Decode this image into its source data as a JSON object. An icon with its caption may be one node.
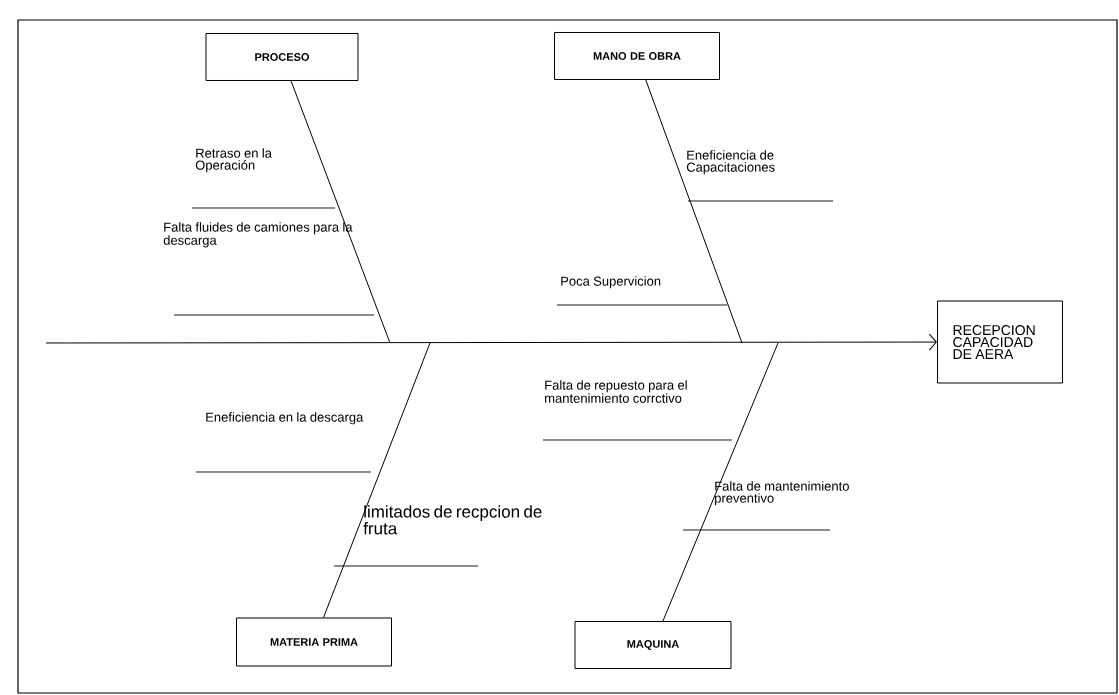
{
  "diagram": {
    "nodes": [
      {
        "text": [
          "PROCESO"
        ]
      },
      {
        "text": [
          "MANO DE OBRA"
        ]
      },
      {
        "text": [
          "MATERIA PRIMA"
        ]
      },
      {
        "text": [
          "MAQUINA"
        ]
      },
      {
        "text": [
          "RECEPCION CAPACIDAD DE AERA"
        ]
      }
    ],
    "edges": [
      {
        "from": null,
        "to": 4,
        "arrow": "to"
      },
      {
        "from": 0,
        "to": null,
        "arrow": "none"
      },
      {
        "from": 1,
        "to": null,
        "arrow": "none"
      },
      {
        "from": 2,
        "to": null,
        "arrow": "none"
      },
      {
        "from": 3,
        "to": null,
        "arrow": "none"
      }
    ],
    "labels": [
      "Retraso en la Operación",
      "Eneficiencia de Capacitaciones",
      "Falta fluides de camiones para la descarga",
      "Poca Supervicion",
      "Falta de repuesto para el mantenimiento corrctivo",
      "Eneficiencia en la descarga",
      "Falta de mantenimiento preventivo",
      "limitados de recpcion de fruta"
    ]
  }
}
